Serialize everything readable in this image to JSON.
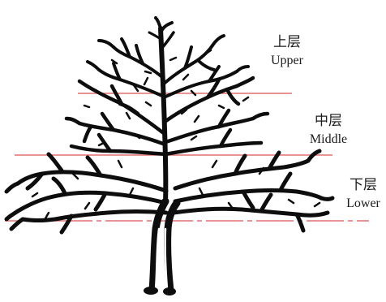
{
  "layers": [
    {
      "id": "upper",
      "label_zh": "上层",
      "label_en": "Upper"
    },
    {
      "id": "middle",
      "label_zh": "中层",
      "label_en": "Middle"
    },
    {
      "id": "lower",
      "label_zh": "下层",
      "label_en": "Lower"
    }
  ],
  "colors": {
    "background": "#ffffff",
    "tree": "#0d0d0d",
    "trunk_highlight": "#ffffff",
    "divider_line": "#e07070",
    "text": "#1a1a1a"
  }
}
